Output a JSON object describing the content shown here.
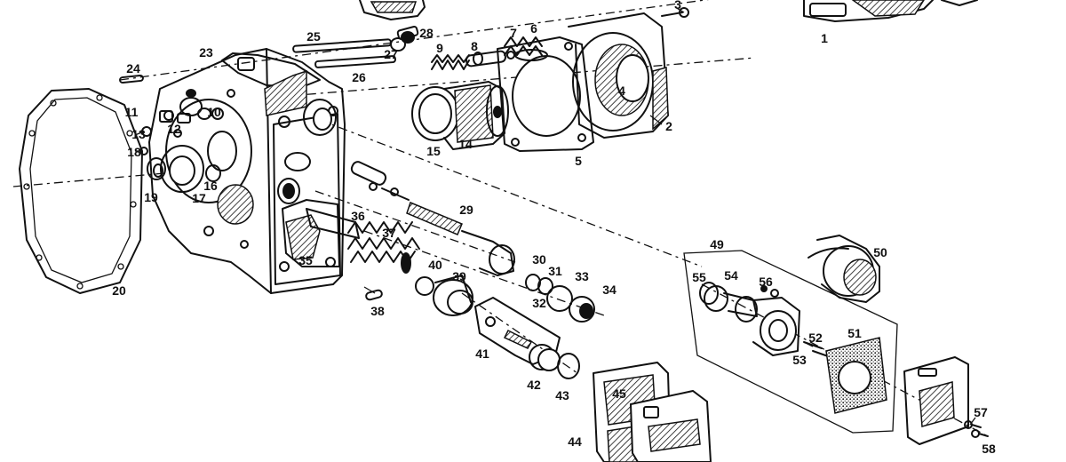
{
  "diagram": {
    "callouts": {
      "n1": "1",
      "n2": "2",
      "n3": "3",
      "n4": "4",
      "n5": "5",
      "n6": "6",
      "n7": "7",
      "n8": "8",
      "n9": "9",
      "n10": "10",
      "n11": "11",
      "n12": "12",
      "n13": "13",
      "n14": "14",
      "n15": "15",
      "n16": "16",
      "n17": "17",
      "n18": "18",
      "n19": "19",
      "n20": "20",
      "n23": "23",
      "n24": "24",
      "n25": "25",
      "n26": "26",
      "n27": "27",
      "n28": "28",
      "n29": "29",
      "n30": "30",
      "n31": "31",
      "n32": "32",
      "n33": "33",
      "n34": "34",
      "n35": "35",
      "n36": "36",
      "n37": "37",
      "n38": "38",
      "n39": "39",
      "n40": "40",
      "n41": "41",
      "n42": "42",
      "n43": "43",
      "n44": "44",
      "n45": "45",
      "n49": "49",
      "n50": "50",
      "n51": "51",
      "n52": "52",
      "n53": "53",
      "n54": "54",
      "n55": "55",
      "n56": "56",
      "n57": "57",
      "n58": "58"
    },
    "colors": {
      "ink": "#111111",
      "paper": "#ffffff"
    }
  }
}
